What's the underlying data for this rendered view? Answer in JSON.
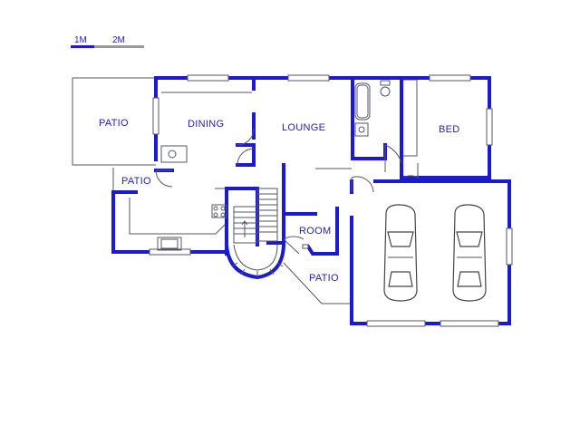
{
  "colors": {
    "wall": "#1a1acf",
    "thin": "#555566",
    "label": "#2424a8",
    "scale_dark": "#1a1acf",
    "scale_light": "#9a9a9a"
  },
  "scale": {
    "label_1": "1M",
    "label_2": "2M"
  },
  "rooms": {
    "patio_left": "PATIO",
    "dining": "DINING",
    "lounge": "LOUNGE",
    "bed": "BED",
    "patio_small": "PATIO",
    "room": "ROOM",
    "patio_bottom": "PATIO"
  },
  "fixtures": {
    "vehicles": [
      "car-icon",
      "car-icon"
    ],
    "kitchen": [
      "sink-icon",
      "stove-icon"
    ],
    "bathroom": [
      "bathtub-icon",
      "toilet-icon",
      "basin-icon"
    ],
    "stairs": [
      "staircase-icon",
      "spiral-staircase-icon"
    ]
  }
}
